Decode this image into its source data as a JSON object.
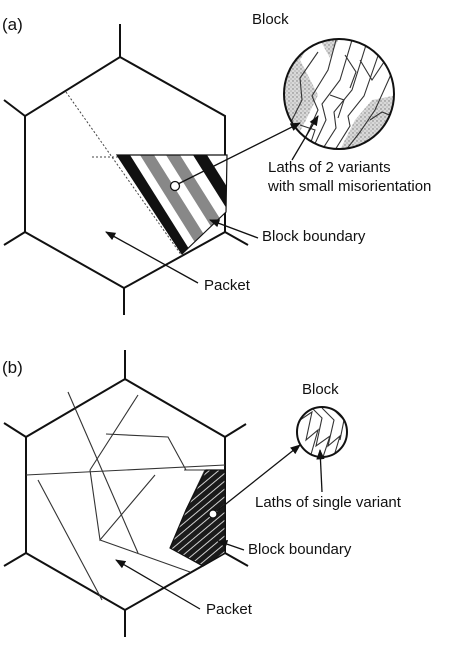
{
  "panel_a": {
    "label": "(a)",
    "block_title": "Block",
    "laths_label_line1": "Laths of 2 variants",
    "laths_label_line2": "with small misorientation",
    "block_boundary_label": "Block boundary",
    "packet_label": "Packet"
  },
  "panel_b": {
    "label": "(b)",
    "block_title": "Block",
    "laths_label": "Laths of single variant",
    "block_boundary_label": "Block boundary",
    "packet_label": "Packet"
  },
  "colors": {
    "stripe_dark": "#111111",
    "stripe_gray": "#8a8a8a",
    "stipple": "#b5b5b5",
    "line": "#111111"
  }
}
